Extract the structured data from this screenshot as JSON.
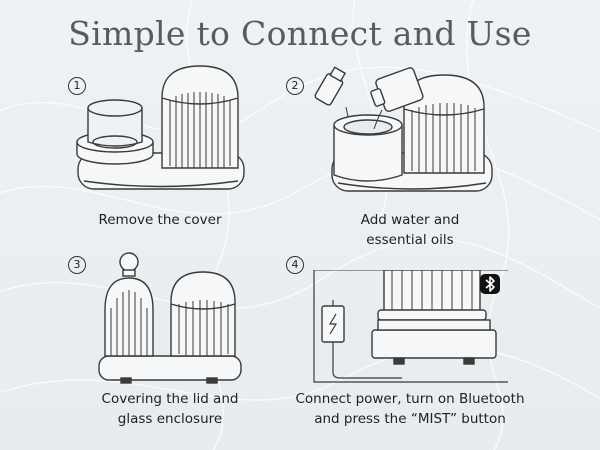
{
  "title": "Simple to Connect and Use",
  "steps": [
    {
      "number": "1",
      "caption": "Remove the cover"
    },
    {
      "number": "2",
      "caption_line1": "Add water and",
      "caption_line2": "essential oils"
    },
    {
      "number": "3",
      "caption_line1": "Covering the lid and",
      "caption_line2": "glass enclosure"
    },
    {
      "number": "4",
      "caption_line1": "Connect power, turn on Bluetooth",
      "caption_line2": "and press the “MIST” button"
    }
  ],
  "colors": {
    "background": "#e9eef1",
    "line": "#3a3a3a",
    "title": "#5b5b5b"
  }
}
